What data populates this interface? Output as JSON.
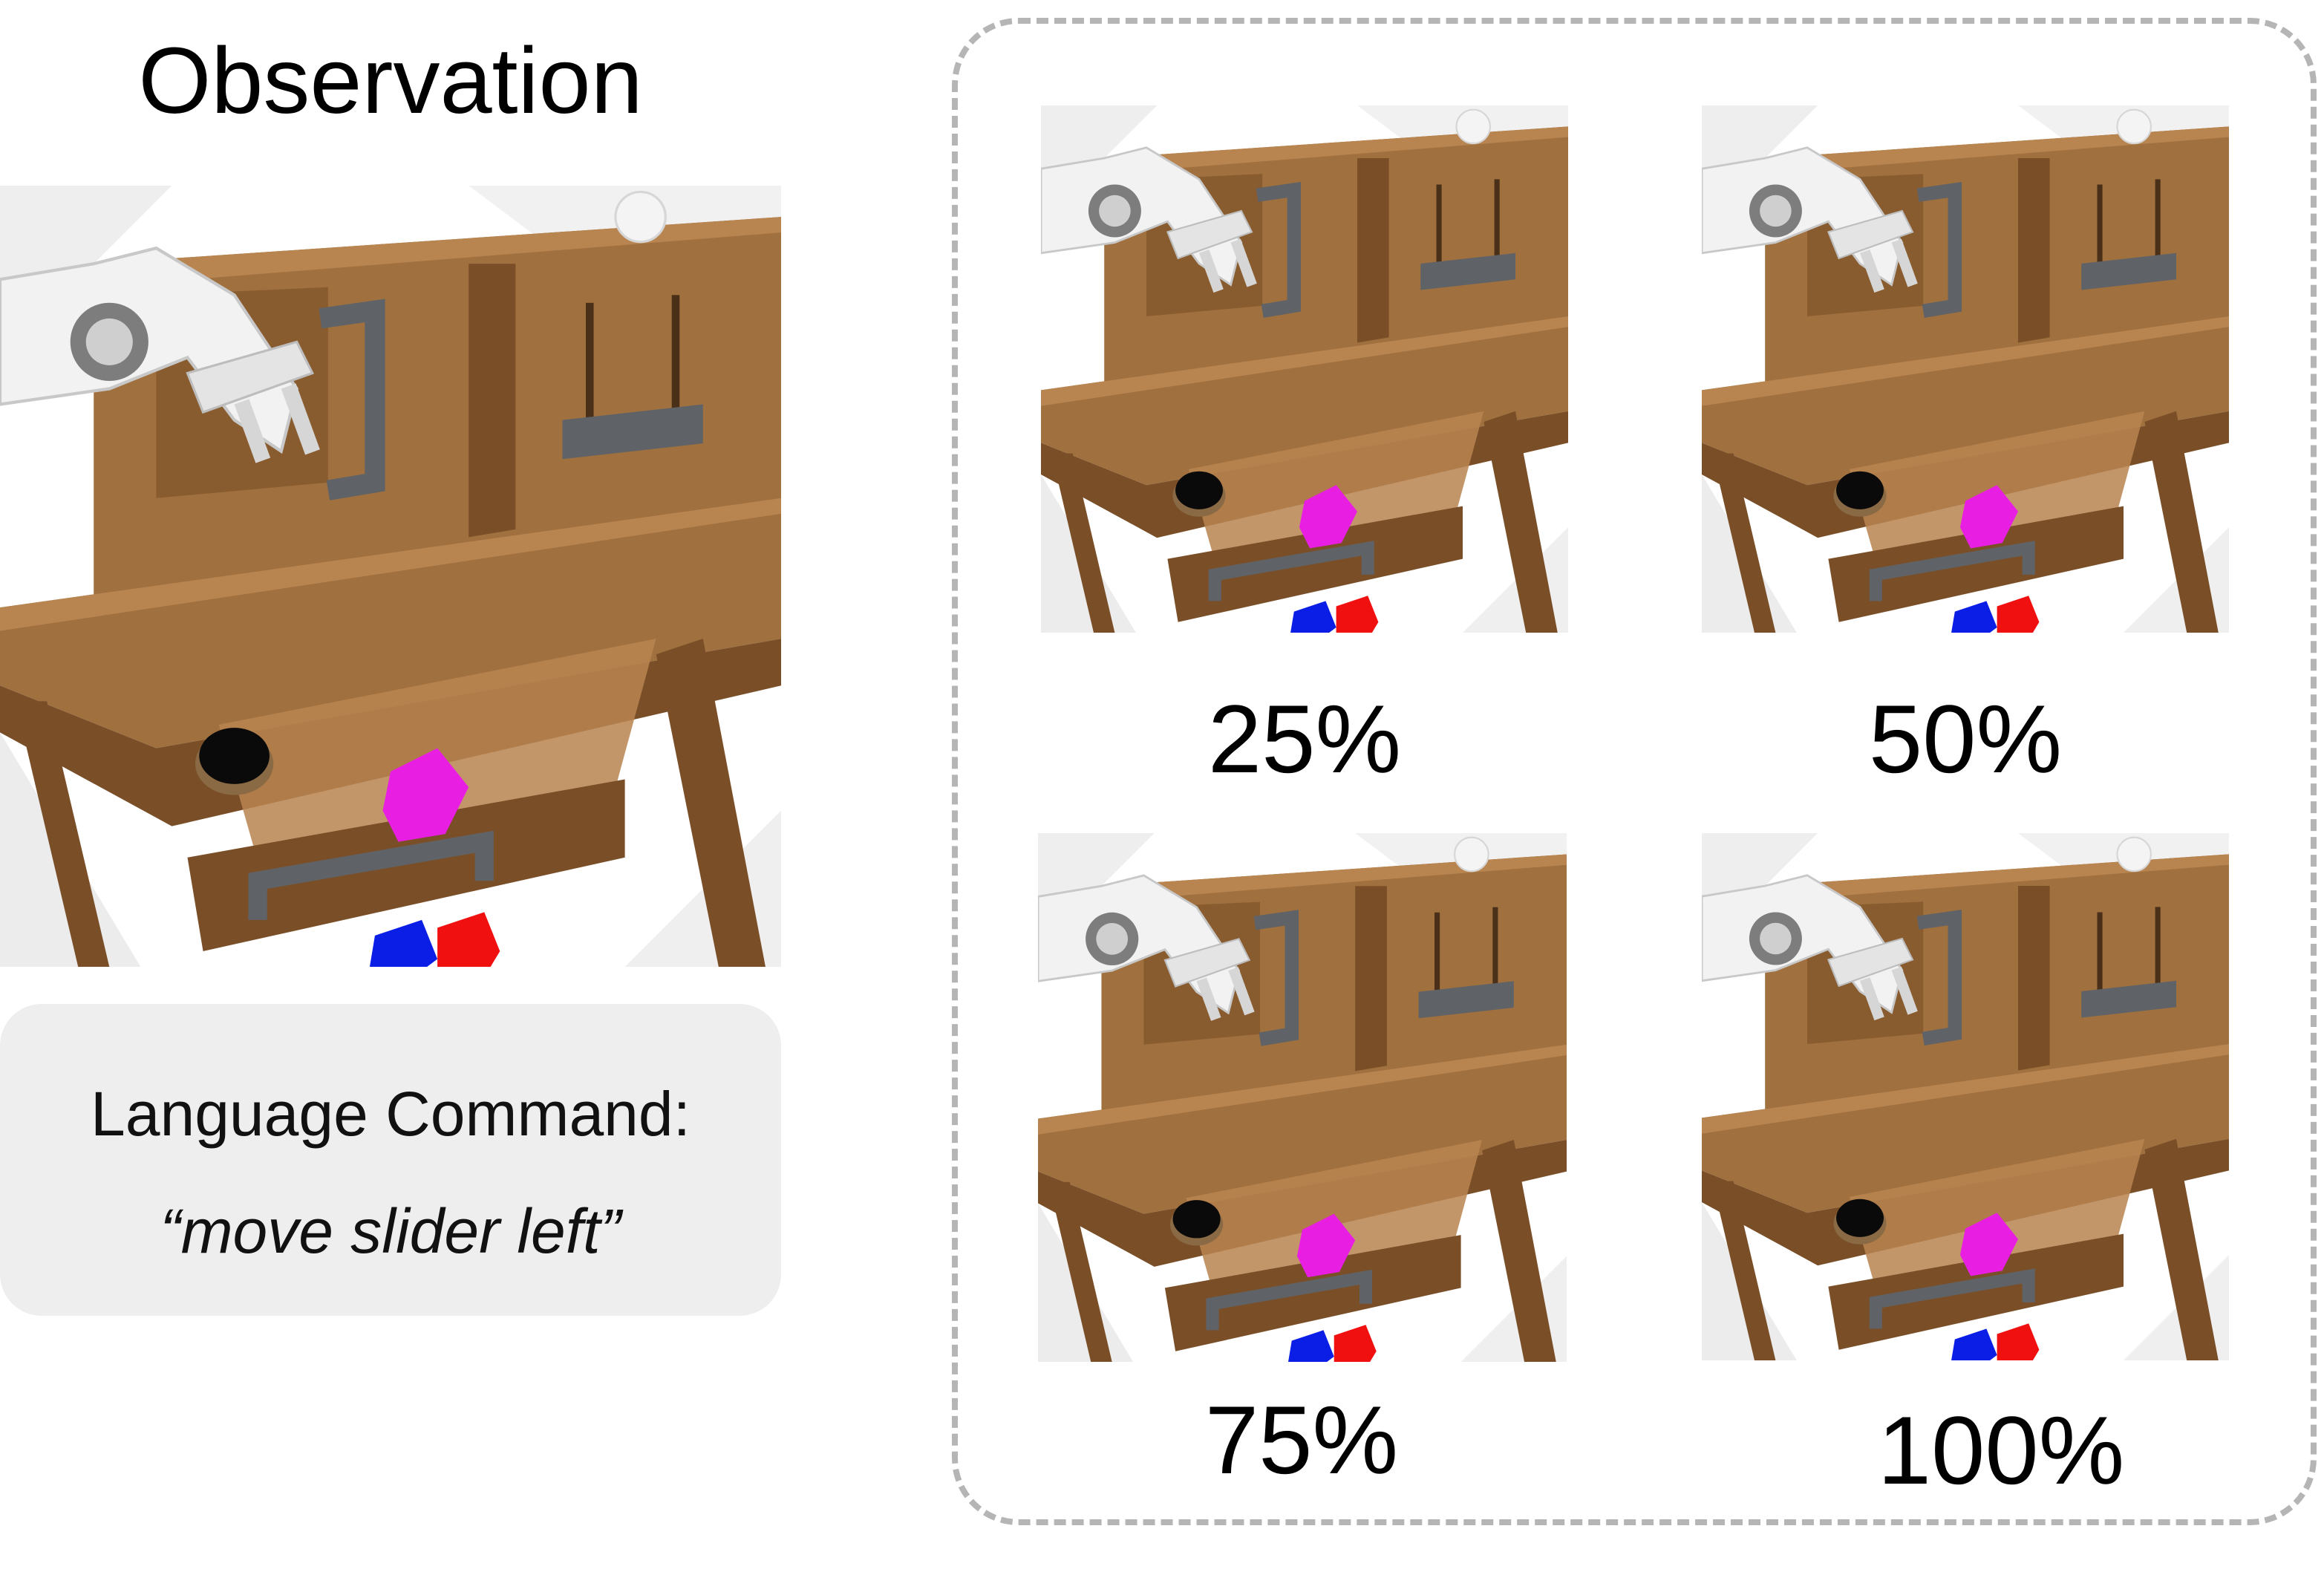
{
  "observation": {
    "title": "Observation"
  },
  "command": {
    "label": "Language Command:",
    "text": "“move slider left”"
  },
  "colors": {
    "wood": "#a0703e",
    "wood_dark": "#7a4f28",
    "wood_light": "#b88450",
    "handle": "#5f6368",
    "pink_block": "#e81fe3",
    "blue_block": "#0a1ee6",
    "red_block": "#f01010",
    "button": "#0a0a0a",
    "robot": "#f2f2f2",
    "dash": "#b5b5b5"
  },
  "progress": [
    {
      "label": "25%",
      "value": 0.25
    },
    {
      "label": "50%",
      "value": 0.5
    },
    {
      "label": "75%",
      "value": 0.75
    },
    {
      "label": "100%",
      "value": 1.0
    }
  ]
}
